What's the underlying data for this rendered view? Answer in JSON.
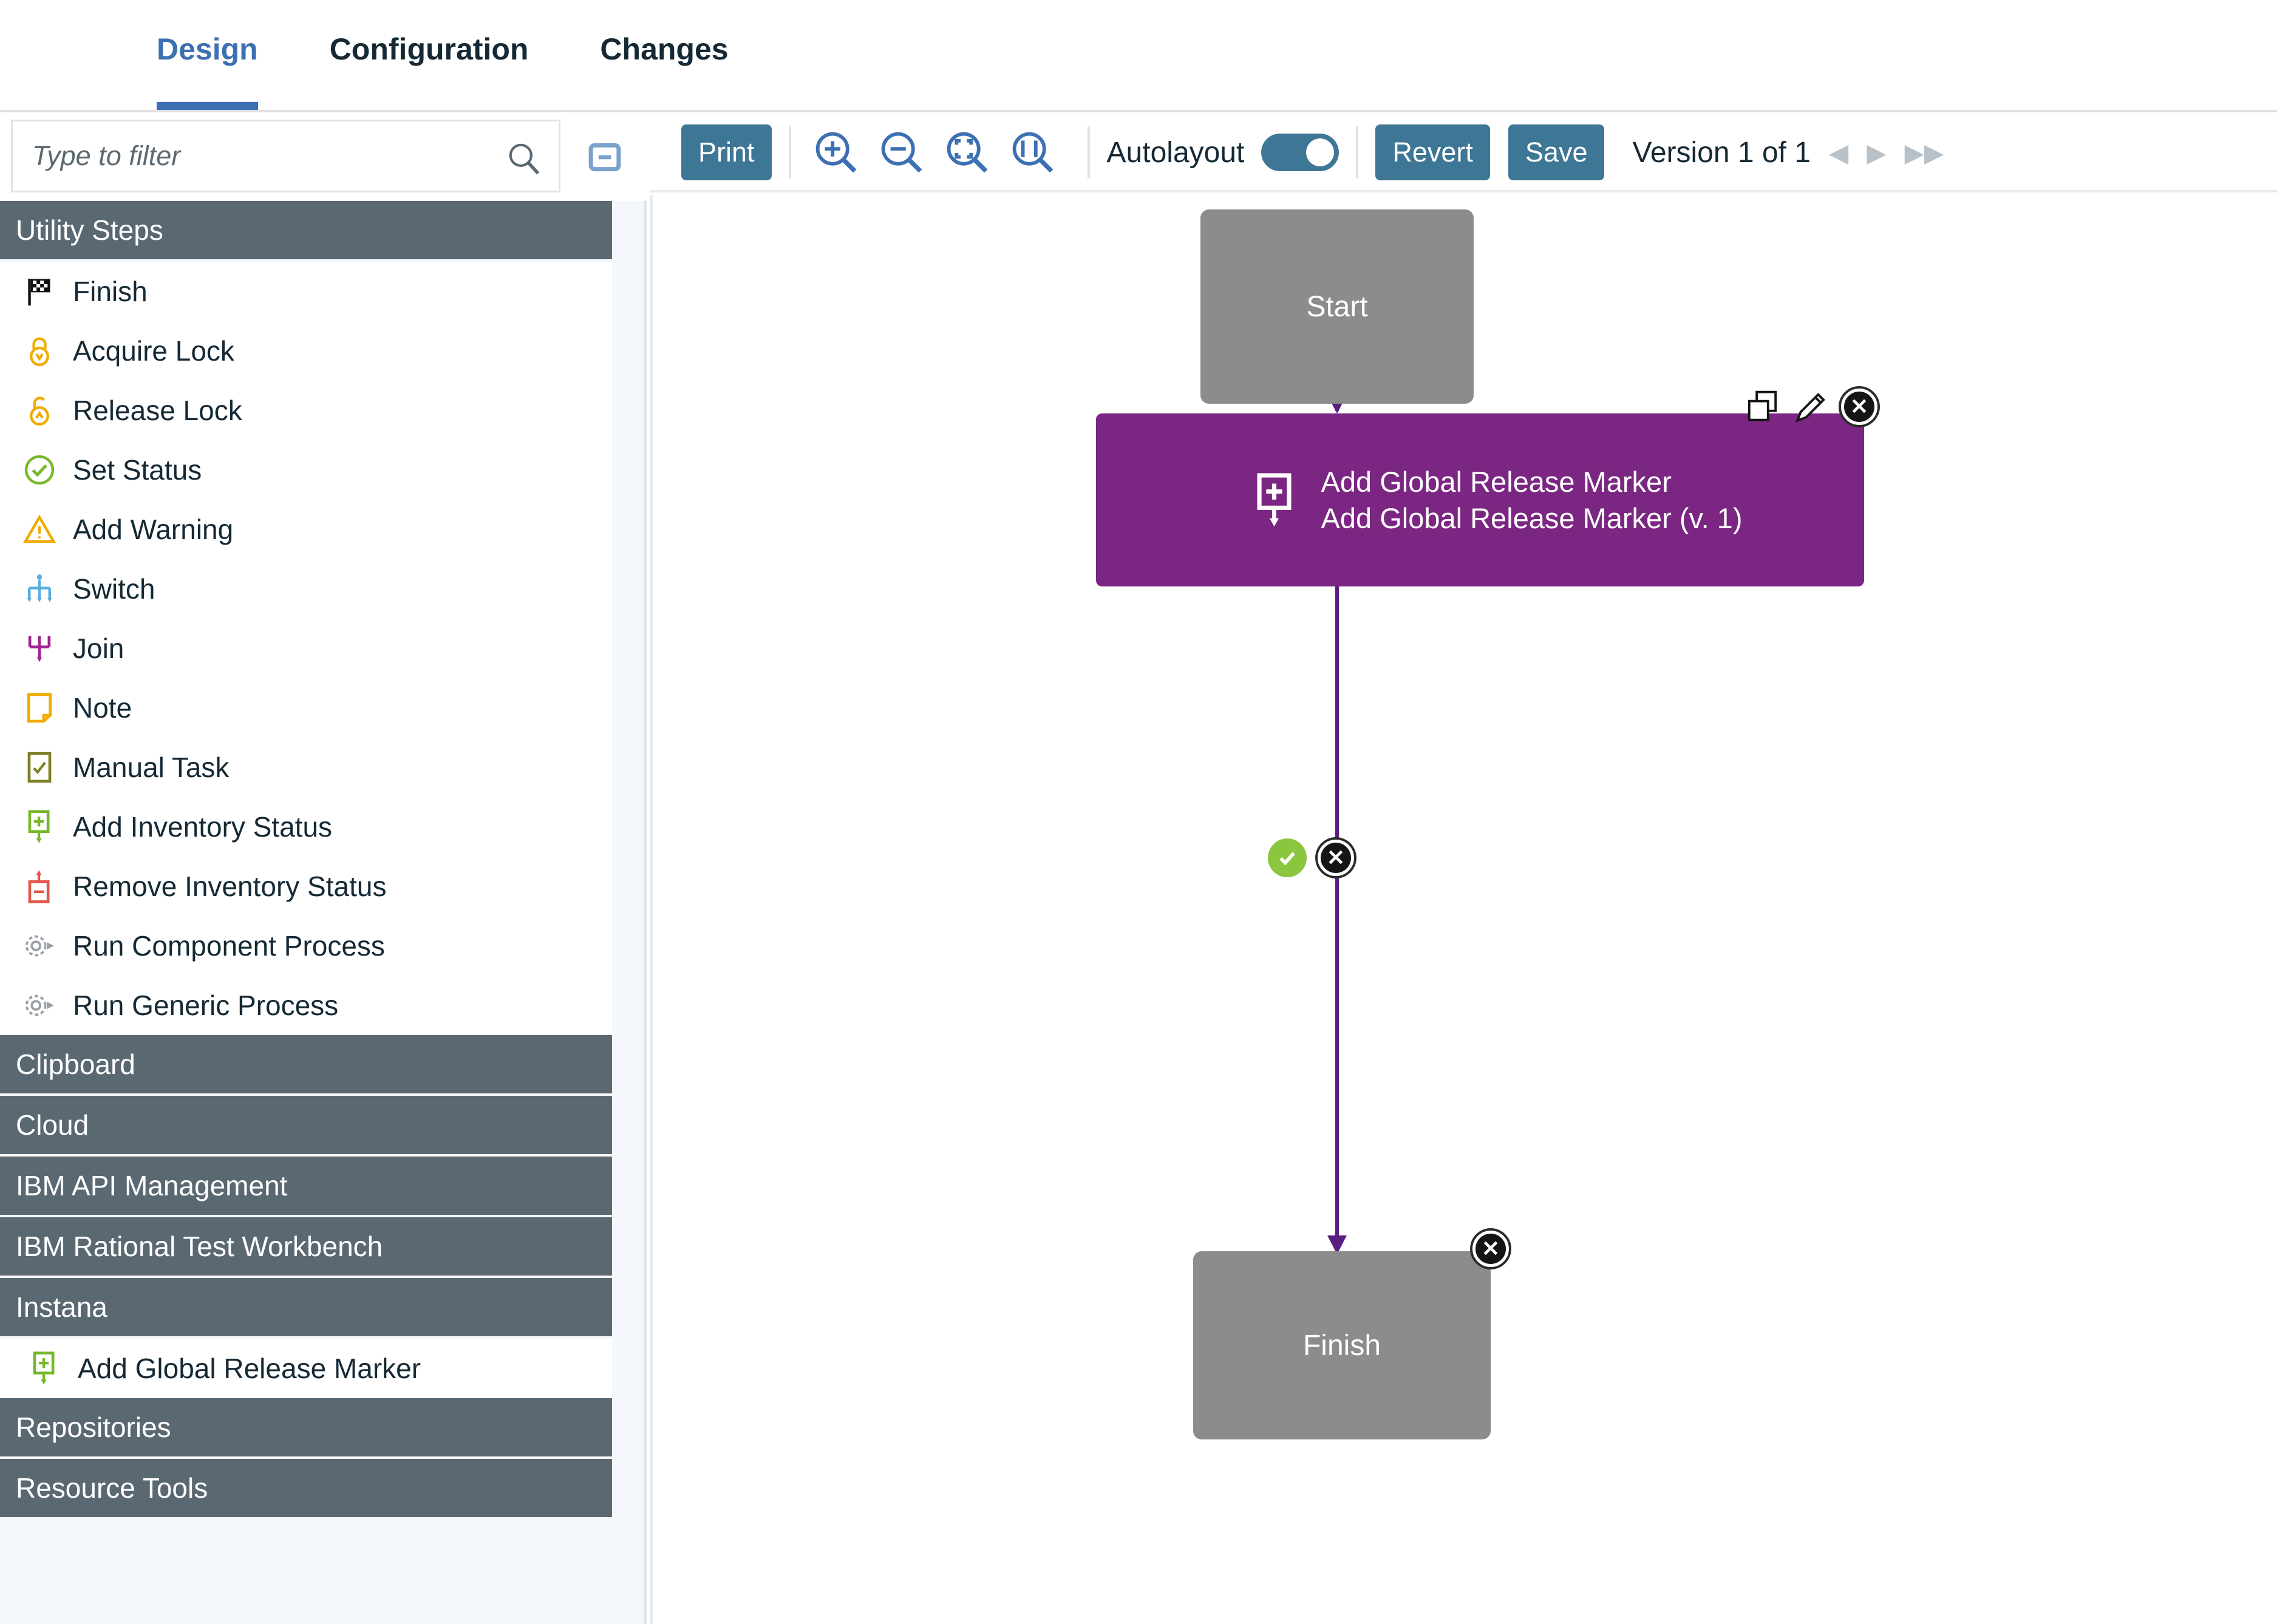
{
  "tabs": [
    {
      "label": "Design",
      "active": true
    },
    {
      "label": "Configuration",
      "active": false
    },
    {
      "label": "Changes",
      "active": false
    }
  ],
  "sidebar": {
    "filter": {
      "placeholder": "Type to filter",
      "value": "",
      "search_icon": "search-icon"
    },
    "collapse_all_icon": "collapse-all-icon",
    "groups": [
      {
        "header": "Utility Steps",
        "items": [
          {
            "label": "Finish",
            "icon": "checkered-flag-icon"
          },
          {
            "label": "Acquire Lock",
            "icon": "closed-lock-icon"
          },
          {
            "label": "Release Lock",
            "icon": "open-lock-icon"
          },
          {
            "label": "Set Status",
            "icon": "check-circle-icon"
          },
          {
            "label": "Add Warning",
            "icon": "warning-triangle-icon"
          },
          {
            "label": "Switch",
            "icon": "switch-icon"
          },
          {
            "label": "Join",
            "icon": "join-icon"
          },
          {
            "label": "Note",
            "icon": "note-icon"
          },
          {
            "label": "Manual Task",
            "icon": "manual-task-icon"
          },
          {
            "label": "Add Inventory Status",
            "icon": "add-inventory-icon"
          },
          {
            "label": "Remove Inventory Status",
            "icon": "remove-inventory-icon"
          },
          {
            "label": "Run Component Process",
            "icon": "gear-run-icon"
          },
          {
            "label": "Run Generic Process",
            "icon": "gear-run-icon"
          }
        ]
      },
      {
        "header": "Clipboard",
        "items": []
      },
      {
        "header": "Cloud",
        "items": []
      },
      {
        "header": "IBM API Management",
        "items": []
      },
      {
        "header": "IBM Rational Test Workbench",
        "items": []
      },
      {
        "header": "Instana",
        "items": [
          {
            "label": "Add Global Release Marker",
            "icon": "add-inventory-icon"
          }
        ]
      },
      {
        "header": "Repositories",
        "items": []
      },
      {
        "header": "Resource Tools",
        "items": []
      }
    ]
  },
  "toolbar": {
    "print_label": "Print",
    "zoom_in_icon": "zoom-in-icon",
    "zoom_out_icon": "zoom-out-icon",
    "zoom_fit_icon": "zoom-fit-icon",
    "zoom_width_icon": "zoom-fit-width-icon",
    "autolayout_label": "Autolayout",
    "autolayout_on": true,
    "revert_label": "Revert",
    "save_label": "Save",
    "version_label": "Version 1 of 1",
    "nav_prev_icon": "nav-prev-icon",
    "nav_next_icon": "nav-next-icon",
    "nav_last_icon": "nav-last-icon"
  },
  "canvas": {
    "nodes": {
      "start": {
        "label": "Start"
      },
      "step": {
        "title": "Add Global Release Marker",
        "subtitle": "Add Global Release Marker (v. 1)",
        "icon": "add-inventory-icon",
        "copy_icon": "copy-icon",
        "edit_icon": "pencil-icon",
        "delete_icon": "delete-x-icon"
      },
      "finish": {
        "label": "Finish",
        "delete_icon": "delete-x-icon"
      }
    },
    "edges": [
      {
        "delete_icon": "delete-x-icon"
      },
      {
        "success_icon": "success-check-icon",
        "delete_icon": "delete-x-icon"
      }
    ]
  },
  "colors": {
    "accent_blue": "#3d70b2",
    "button_blue": "#3d7795",
    "category_grey": "#5a6872",
    "node_grey": "#8c8c8c",
    "step_purple": "#7b2682",
    "edge_purple": "#5a1d80",
    "success_green": "#8cc63e"
  }
}
